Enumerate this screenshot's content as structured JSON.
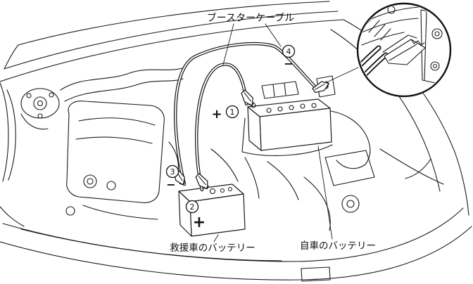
{
  "figure": {
    "bg_color": "#ffffff",
    "line_color": "#1a1a1a",
    "labels": {
      "booster_cable": "ブースターケーブル",
      "rescue_battery": "救援車のバッテリー",
      "own_battery": "自車のバッテリー"
    },
    "markers": [
      {
        "num": "1",
        "sign": "+"
      },
      {
        "num": "2",
        "sign": "+"
      },
      {
        "num": "3",
        "sign": "−"
      },
      {
        "num": "4",
        "sign": "−"
      }
    ]
  }
}
